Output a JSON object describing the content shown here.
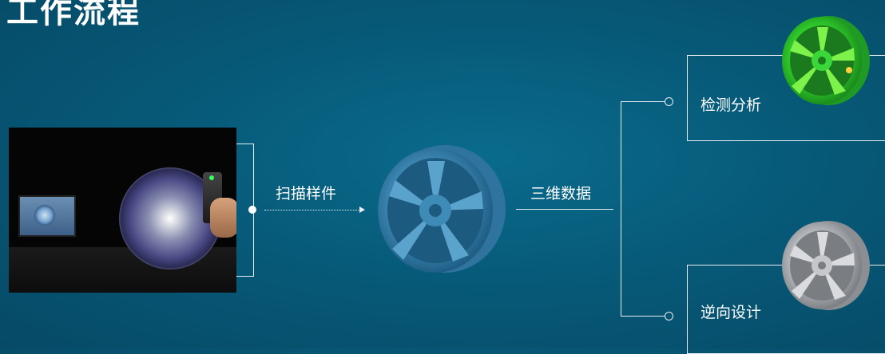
{
  "title": "工作流程",
  "steps": {
    "scan": "扫描样件",
    "data3d": "三维数据",
    "inspect": "检测分析",
    "reverse": "逆向设计"
  }
}
